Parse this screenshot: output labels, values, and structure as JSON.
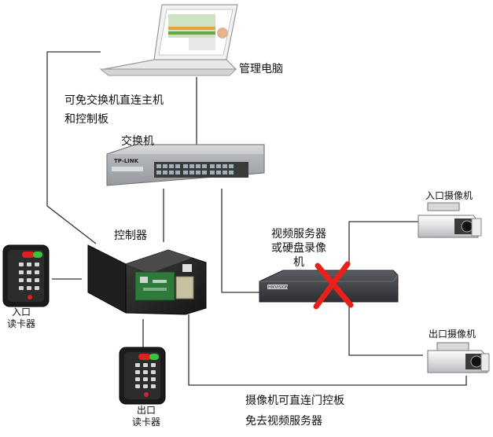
{
  "labels": {
    "management_pc": "管理电脑",
    "direct_connect_note_line1": "可免交换机直连主机",
    "direct_connect_note_line2": "和控制板",
    "switch": "交换机",
    "controller": "控制器",
    "video_server_line1": "视频服务器",
    "video_server_line2": "或硬盘录像",
    "video_server_line3": "机",
    "entry_camera": "入口摄像机",
    "exit_camera": "出口摄像机",
    "entry_reader_line1": "入口",
    "entry_reader_line2": "读卡器",
    "exit_reader_line1": "出口",
    "exit_reader_line2": "读卡器",
    "camera_note_line1": "摄像机可直连门控板",
    "camera_note_line2": "免去视频服务器"
  },
  "switch_brand": "TP-LINK",
  "nvr_brand": "HIKVISION",
  "colors": {
    "line": "#333333",
    "cross": "#e8201a",
    "device_dark": "#2a2a2a",
    "reader_led_red": "#e02020",
    "reader_led_green": "#3ac23a"
  }
}
